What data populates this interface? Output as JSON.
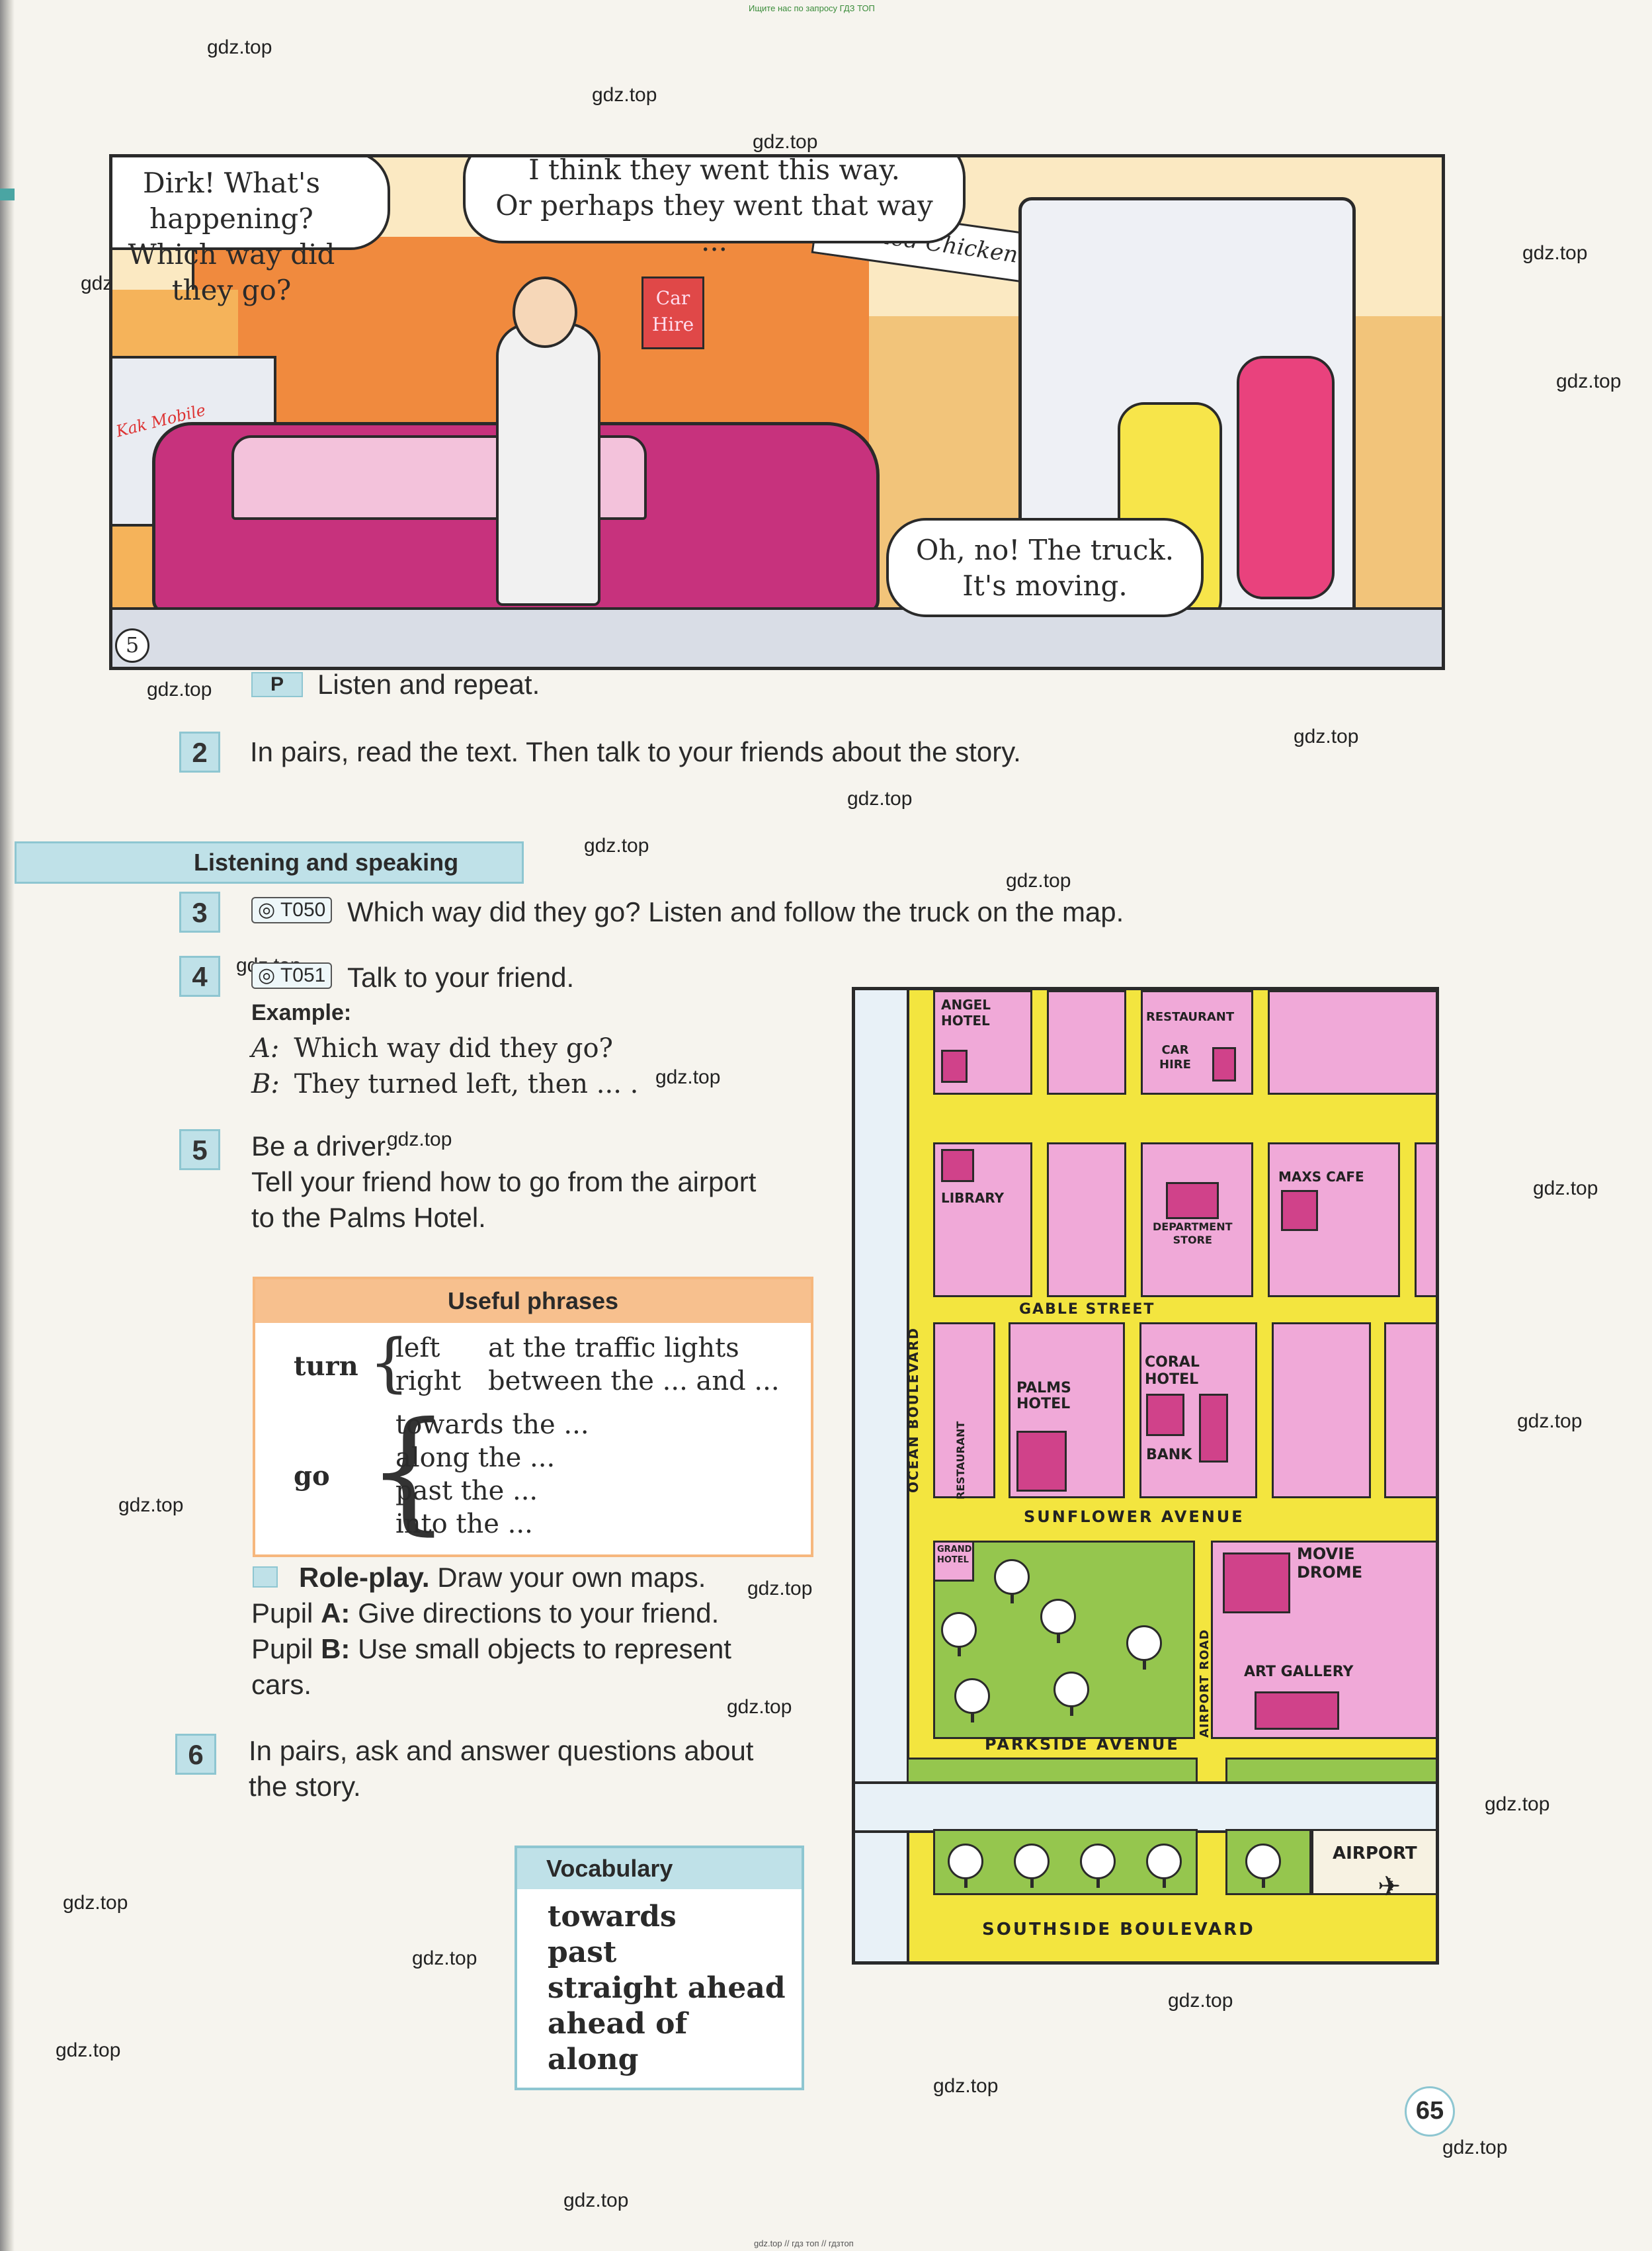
{
  "header_note": "Ищите нас по запросу ГДЗ ТОП",
  "footer_note": "gdz.top // гдз топ // гдзтоп",
  "watermark": "gdz.top",
  "comic": {
    "panel_number": "5",
    "bubble_left": [
      "Dirk! What's happening?",
      "Which way did they go?"
    ],
    "bubble_center": [
      "I think they went this way.",
      "Or perhaps they went that way ..."
    ],
    "bubble_right": [
      "Oh, no! The truck.",
      "It's moving."
    ],
    "sign_car_hire": [
      "Car",
      "Hire"
    ],
    "sign_chicken": "Fried Chicken",
    "truck_brand": "Kak Mobile"
  },
  "ex_listen": {
    "badge": "P",
    "text": "Listen and repeat."
  },
  "ex2": {
    "num": "2",
    "text": "In pairs, read the text. Then talk to your friends about the story."
  },
  "section_title": "Listening and speaking",
  "ex3": {
    "num": "3",
    "cd": "T050",
    "text": "Which way did they go? Listen and follow the truck on the map."
  },
  "ex4": {
    "num": "4",
    "cd": "T051",
    "text": "Talk to your friend.",
    "example_label": "Example:",
    "a_label": "A:",
    "a_text": "Which way did they go?",
    "b_label": "B:",
    "b_text": "They turned left, then ... ."
  },
  "ex5": {
    "num": "5",
    "lines": [
      "Be a driver.",
      "Tell your friend how to go from the airport",
      "to the Palms Hotel."
    ]
  },
  "useful_phrases": {
    "title": "Useful phrases",
    "turn": "turn",
    "turn_opts": [
      "left",
      "right"
    ],
    "turn_where": [
      "at the traffic lights",
      "between the ... and ..."
    ],
    "go": "go",
    "go_opts": [
      "towards the ...",
      "along the ...",
      "past the ...",
      "into the ..."
    ]
  },
  "roleplay": {
    "title": "Role-play.",
    "title_rest": "Draw your own maps.",
    "a_prefix": "Pupil ",
    "a_label": "A:",
    "a_text": "Give directions to your friend.",
    "b_prefix": "Pupil ",
    "b_label": "B:",
    "b_text": "Use small objects to represent",
    "b_text2": "cars."
  },
  "ex6": {
    "num": "6",
    "lines": [
      "In pairs, ask and answer questions about",
      "the story."
    ]
  },
  "vocabulary": {
    "title": "Vocabulary",
    "words": [
      "towards",
      "past",
      "straight ahead",
      "ahead of",
      "along"
    ]
  },
  "map": {
    "labels": {
      "angel_hotel": [
        "ANGEL",
        "HOTEL"
      ],
      "restaurant_top": "RESTAURANT",
      "car_hire": [
        "CAR",
        "HIRE"
      ],
      "library": "LIBRARY",
      "maxs_cafe": "MAXS CAFE",
      "department_store": [
        "DEPARTMENT",
        "STORE"
      ],
      "gable_street": "GABLE STREET",
      "ocean_boulevard": "OCEAN BOULEVARD",
      "restaurant_side": "RESTAURANT",
      "palms_hotel": [
        "PALMS",
        "HOTEL"
      ],
      "coral_hotel": [
        "CORAL",
        "HOTEL"
      ],
      "bank": "BANK",
      "sunflower_avenue": "SUNFLOWER AVENUE",
      "grand_hotel": [
        "GRAND",
        "HOTEL"
      ],
      "movie_drome": [
        "MOVIE",
        "DROME"
      ],
      "art_gallery": "ART GALLERY",
      "airport_road": "AIRPORT ROAD",
      "parkside_avenue": "PARKSIDE AVENUE",
      "airport": "AIRPORT",
      "southside_boulevard": "SOUTHSIDE BOULEVARD"
    },
    "colors": {
      "road": "#f3e53f",
      "block": "#f0a9d8",
      "building": "#d0428a",
      "park": "#95c64e",
      "water": "#e8f1f7"
    }
  },
  "page_number": "65"
}
